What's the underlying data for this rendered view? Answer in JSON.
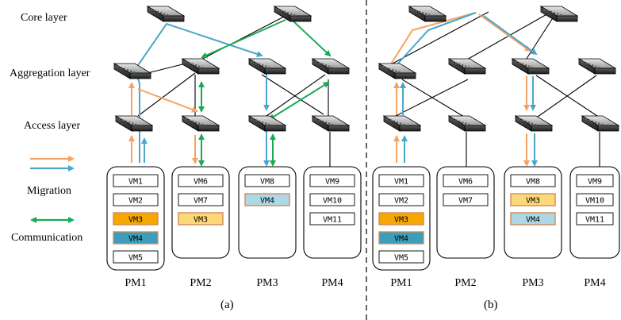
{
  "layers": {
    "core": "Core layer",
    "aggregation": "Aggregation layer",
    "access": "Access layer"
  },
  "legend": {
    "migration": "Migration",
    "communication": "Communication"
  },
  "panels": {
    "a": {
      "caption": "(a)",
      "pms": [
        {
          "name": "PM1",
          "vms": [
            {
              "label": "VM1",
              "state": "normal"
            },
            {
              "label": "VM2",
              "state": "normal"
            },
            {
              "label": "VM3",
              "state": "orange"
            },
            {
              "label": "VM4",
              "state": "blue-dark"
            },
            {
              "label": "VM5",
              "state": "normal"
            }
          ]
        },
        {
          "name": "PM2",
          "vms": [
            {
              "label": "VM6",
              "state": "normal"
            },
            {
              "label": "VM7",
              "state": "normal"
            },
            {
              "label": "VM3",
              "state": "yellow"
            }
          ]
        },
        {
          "name": "PM3",
          "vms": [
            {
              "label": "VM8",
              "state": "normal"
            },
            {
              "label": "VM4",
              "state": "blue-light"
            }
          ]
        },
        {
          "name": "PM4",
          "vms": [
            {
              "label": "VM9",
              "state": "normal"
            },
            {
              "label": "VM10",
              "state": "normal"
            },
            {
              "label": "VM11",
              "state": "normal"
            }
          ]
        }
      ]
    },
    "b": {
      "caption": "(b)",
      "pms": [
        {
          "name": "PM1",
          "vms": [
            {
              "label": "VM1",
              "state": "normal"
            },
            {
              "label": "VM2",
              "state": "normal"
            },
            {
              "label": "VM3",
              "state": "orange"
            },
            {
              "label": "VM4",
              "state": "blue-dark"
            },
            {
              "label": "VM5",
              "state": "normal"
            }
          ]
        },
        {
          "name": "PM2",
          "vms": [
            {
              "label": "VM6",
              "state": "normal"
            },
            {
              "label": "VM7",
              "state": "normal"
            }
          ]
        },
        {
          "name": "PM3",
          "vms": [
            {
              "label": "VM8",
              "state": "normal"
            },
            {
              "label": "VM3",
              "state": "yellow"
            },
            {
              "label": "VM4",
              "state": "blue-light"
            }
          ]
        },
        {
          "name": "PM4",
          "vms": [
            {
              "label": "VM9",
              "state": "normal"
            },
            {
              "label": "VM10",
              "state": "normal"
            },
            {
              "label": "VM11",
              "state": "normal"
            }
          ]
        }
      ]
    }
  },
  "colors": {
    "migration_orange": "#f4a460",
    "migration_blue": "#4ba6c8",
    "communication": "#1aaa55",
    "vm_orange": "#f5a800",
    "vm_yellow": "#fdd878",
    "vm_blue_dark": "#3c9dbd",
    "vm_blue_light": "#add8e6",
    "vm_outline_highlight": "#d08a5a"
  }
}
